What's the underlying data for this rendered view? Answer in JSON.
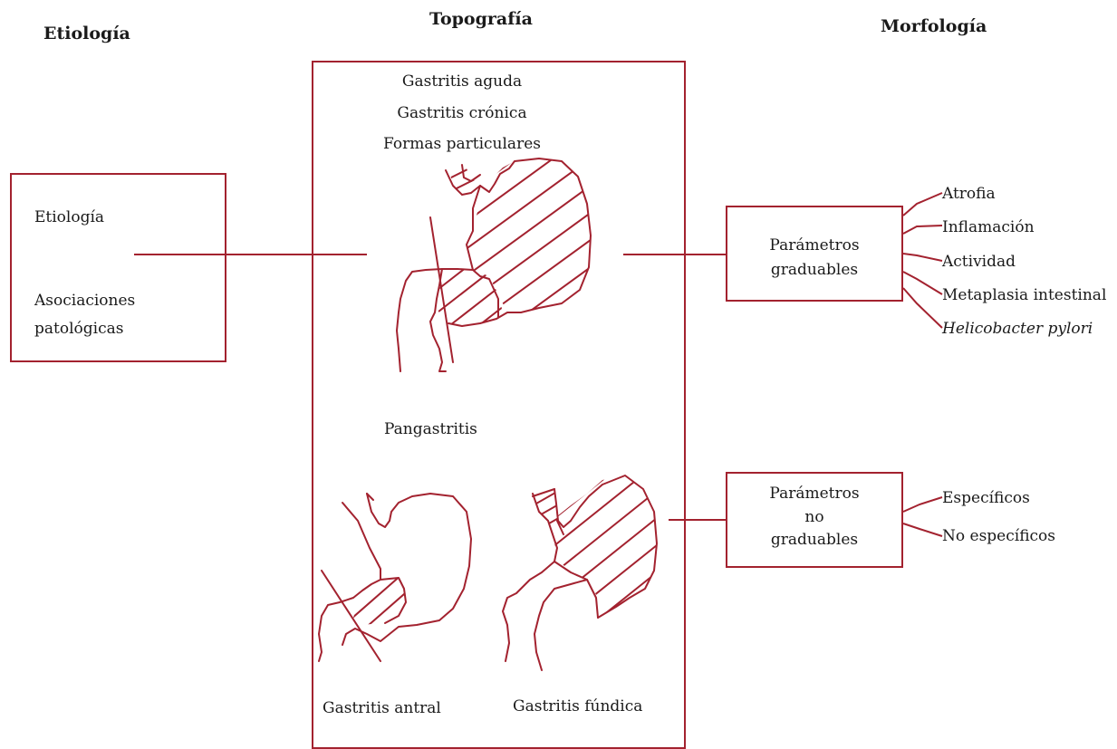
{
  "headers": {
    "etiologia": "Etiología",
    "topografia": "Topografía",
    "morfologia": "Morfología"
  },
  "etiology_box": {
    "item1": "Etiología",
    "item2_line1": "Asociaciones",
    "item2_line2": "patológicas"
  },
  "topography_box": {
    "line1": "Gastritis aguda",
    "line2": "Gastritis crónica",
    "line3": "Formas particulares",
    "pangastritis": "Pangastritis",
    "antral": "Gastritis antral",
    "fundica": "Gastritis fúndica"
  },
  "graduable_box": {
    "line1": "Parámetros",
    "line2": "graduables",
    "items": [
      "Atrofia",
      "Inflamación",
      "Actividad",
      "Metaplasia intestinal",
      "Helicobacter pylori"
    ]
  },
  "non_graduable_box": {
    "line1": "Parámetros",
    "line2": "no",
    "line3": "graduables",
    "items": [
      "Específicos",
      "No específicos"
    ]
  },
  "colors": {
    "accent": "#a3222f"
  }
}
